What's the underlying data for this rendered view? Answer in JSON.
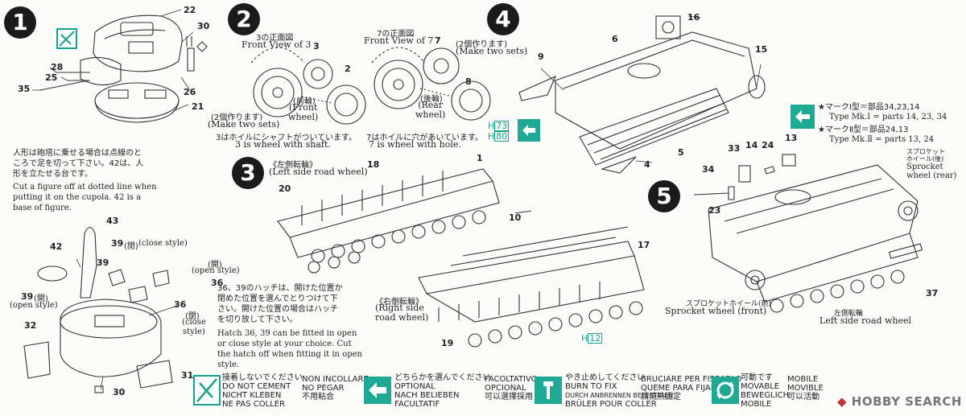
{
  "steps": [
    "1",
    "2",
    "3",
    "4",
    "5"
  ],
  "parts": {
    "p22": "22",
    "p30a": "30",
    "p28": "28",
    "p25": "25",
    "p35": "35",
    "p26": "26",
    "p21": "21",
    "p3": "3",
    "p2": "2",
    "p7": "7",
    "p8": "8",
    "p9": "9",
    "p6": "6",
    "p16": "16",
    "p15": "15",
    "p5": "5",
    "p4": "4",
    "p18": "18",
    "p20": "20",
    "p1": "1",
    "p10": "10",
    "p17": "17",
    "p19": "19",
    "p43": "43",
    "p42": "42",
    "p39a": "39",
    "p39b": "39",
    "p39c": "39",
    "p36a": "36",
    "p36b": "36",
    "p32": "32",
    "p31": "31",
    "p30b": "30",
    "p33": "33",
    "p14": "14",
    "p24": "24",
    "p13": "13",
    "p34": "34",
    "p23": "23",
    "p37": "37"
  },
  "step1": {
    "note_jp": [
      "人形は砲塔に乗せる場合は点線のと",
      "ころで足を切って下さい。42は、人",
      "形を立たせる台です。"
    ],
    "note_en": [
      "Cut a figure off at dotted line when",
      "putting it on the cupola.    42 is a",
      "base of figure."
    ],
    "close_style": "(close style)",
    "close_style_jp": "(閉)",
    "open_style_jp": "(開)",
    "open_style": "(open style)",
    "open_style2_jp": "(開)",
    "open_style2": "(open style)",
    "close2_jp": "(閉)",
    "close2": [
      "(close",
      "style)"
    ]
  },
  "step2": {
    "front3_jp": "3の正面図",
    "front3": "Front View of 3",
    "front7_jp": "7の正面図",
    "front7": "Front View of 7",
    "two_sets_jp": "(2個作ります)",
    "two_sets": "(Make two sets)",
    "front_wheel_jp": "(前輪)",
    "front_wheel": [
      "(Front",
      "wheel)"
    ],
    "rear_wheel_jp": "(後輪)",
    "rear_wheel": [
      "(Rear",
      "wheel)"
    ],
    "shaft_jp": "3はホイルにシャフトがついています。",
    "shaft": "3 is wheel with shaft.",
    "hole_jp": "7はホイルに穴があいています。",
    "hole": "7 is wheel with hole.",
    "h73": "73",
    "h80": "80"
  },
  "step3": {
    "left_jp": "《左側転輪》",
    "left": "(Left side road wheel)",
    "right_jp": "《右側転輪》",
    "right": [
      "(Right side",
      "road wheel)"
    ],
    "hatch_jp": [
      "36、39のハッチは、開けた位置か",
      "閉めた位置を選んでとりつけて下",
      "さい。開けた位置の場合はハッチ",
      "を切り放して下さい。"
    ],
    "hatch_en": [
      "Hatch 36, 39  can be fitted in open",
      "or close style at your choice.  Cut",
      "the hatch off when fitting it in open",
      "style."
    ],
    "h12": "12"
  },
  "step4": {
    "two_sets_jp": "(2個作ります)",
    "two_sets": "(Make two sets)"
  },
  "step5": {
    "mark1_jp": "★マークⅠ型＝部品34,23,14",
    "mark1": "Type Mk.Ⅰ = parts 14, 23, 34",
    "mark2_jp": "★マークⅡ型＝部品24,13",
    "mark2": "Type Mk.Ⅱ = parts 13, 24",
    "sprocket_rear_jp": [
      "スプロケット",
      "ホイール(後)"
    ],
    "sprocket_rear": [
      "Sprocket",
      "wheel (rear)"
    ],
    "sprocket_front_jp": "スプロケットホイール(前)",
    "sprocket_front": "Sprocket wheel (front)",
    "left_jp": "左側転輪",
    "left": "Left side road wheel"
  },
  "legend": {
    "no_cement": [
      "接着しないでください",
      "DO NOT CEMENT",
      "NICHT KLEBEN",
      "NE PAS COLLER"
    ],
    "no_cement2": [
      "NON INCOLLARE",
      "NO PEGAR",
      "不用粘合"
    ],
    "optional": [
      "どちらかを選んでください",
      "OPTIONAL",
      "NACH BELIEBEN",
      "FACULTATIF"
    ],
    "optional2": [
      "FACOLTATIVO",
      "OPCIONAL",
      "可以選擇採用"
    ],
    "burn": [
      "やき止めしてください",
      "BURN TO FIX",
      "DURCH ANBRENNEN BEFESTIGEN",
      "BRÛLER POUR COLLER"
    ],
    "burn2": [
      "BRUCIARE PER FISSARLO",
      "QUEME PARA FIJAR",
      "請燒熱固定"
    ],
    "movable": [
      "可動です",
      "MOVABLE",
      "BEWEGLICH",
      "MOBILE"
    ],
    "movable2": [
      "MOBILE",
      "MOVIBLE",
      "可以活動"
    ]
  },
  "watermark": "HOBBY SEARCH",
  "colors": {
    "accent": "#14a38a",
    "ink": "#222222"
  }
}
